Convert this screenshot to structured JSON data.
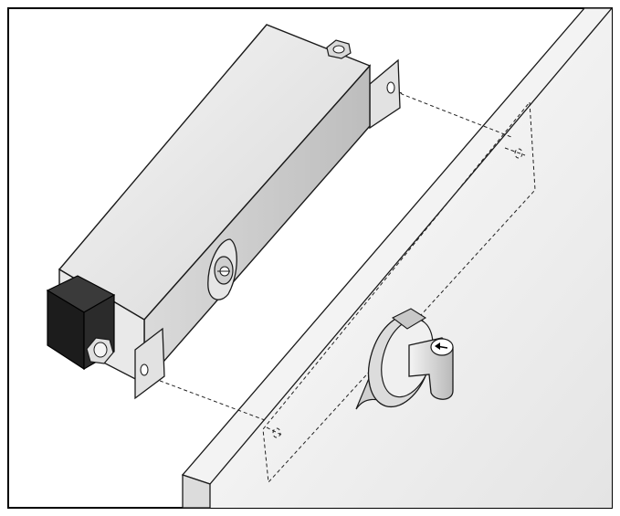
{
  "figure": {
    "kind": "technical-installation-illustration",
    "components": [
      {
        "name": "switch-housing",
        "icon": "box-housing-icon"
      },
      {
        "name": "plug-connector",
        "icon": "black-plug-icon"
      },
      {
        "name": "mounting-bracket-top",
        "icon": "bracket-icon"
      },
      {
        "name": "mounting-bracket-bottom",
        "icon": "bracket-icon"
      },
      {
        "name": "adjust-screw",
        "icon": "screw-icon"
      },
      {
        "name": "door-panel",
        "icon": "door-panel-icon"
      },
      {
        "name": "rotary-handle",
        "icon": "rotary-handle-icon"
      },
      {
        "name": "mounting-outline",
        "icon": "dashed-outline-icon"
      }
    ],
    "colors": {
      "frame": "#000000",
      "housing_top": "#f2f2f2",
      "housing_side": "#cfcfcf",
      "plug": "#1c1c1c",
      "door": "#ececec",
      "line": "#1a1a1a"
    }
  }
}
